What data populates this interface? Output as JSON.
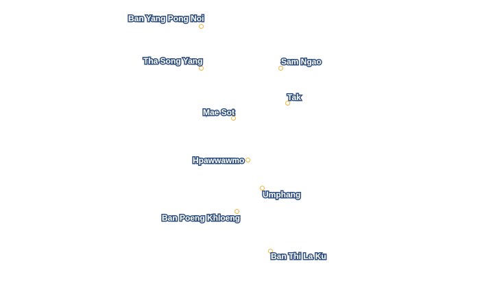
{
  "map": {
    "colors": {
      "background": "#ffffff",
      "label_fill": "#ffffff",
      "label_halo": "#2f4f7f",
      "marker": "#f0b43a"
    },
    "places": [
      {
        "name": "Ban Yang Pong Noi"
      },
      {
        "name": "Tha Song Yang"
      },
      {
        "name": "Sam Ngao"
      },
      {
        "name": "Tak"
      },
      {
        "name": "Mae Sot"
      },
      {
        "name": "Hpawwawmo"
      },
      {
        "name": "Umphang"
      },
      {
        "name": "Ban Poeng Khloeng"
      },
      {
        "name": "Ban Thi La Ku"
      }
    ]
  }
}
